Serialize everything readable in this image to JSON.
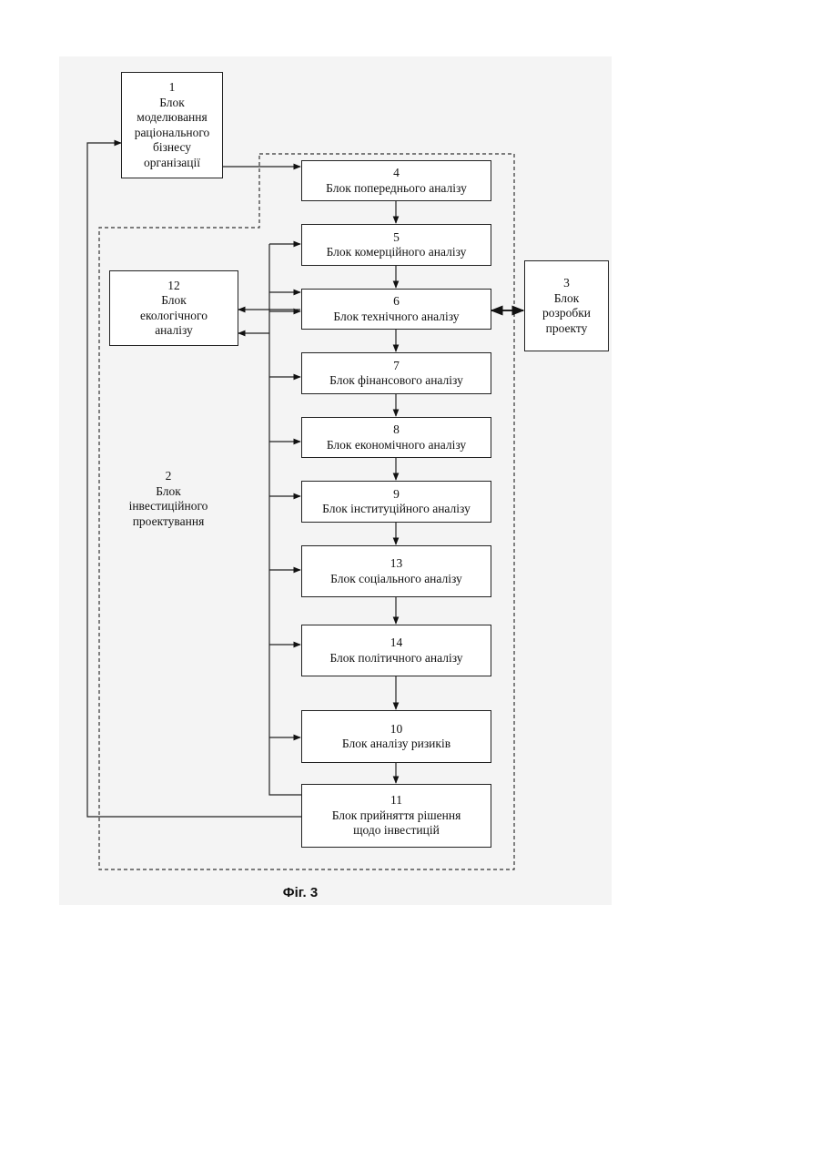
{
  "blocks": {
    "b1": {
      "num": "1",
      "lines": [
        "Блок",
        "моделювання",
        "раціонального",
        "бізнесу",
        "організації"
      ]
    },
    "b4": {
      "num": "4",
      "lines": [
        "Блок попереднього аналізу"
      ]
    },
    "b5": {
      "num": "5",
      "lines": [
        "Блок комерційного аналізу"
      ]
    },
    "b12": {
      "num": "12",
      "lines": [
        "Блок",
        "екологічного",
        "аналізу"
      ]
    },
    "b6": {
      "num": "6",
      "lines": [
        "Блок технічного аналізу"
      ]
    },
    "b3": {
      "num": "3",
      "lines": [
        "Блок",
        "розробки",
        "проекту"
      ]
    },
    "b7": {
      "num": "7",
      "lines": [
        "Блок фінансового аналізу"
      ]
    },
    "b8": {
      "num": "8",
      "lines": [
        "Блок економічного аналізу"
      ]
    },
    "b9": {
      "num": "9",
      "lines": [
        "Блок інституційного аналізу"
      ]
    },
    "b13": {
      "num": "13",
      "lines": [
        "Блок соціального аналізу"
      ]
    },
    "b14": {
      "num": "14",
      "lines": [
        "Блок політичного аналізу"
      ]
    },
    "b10": {
      "num": "10",
      "lines": [
        "Блок аналізу ризиків"
      ]
    },
    "b11": {
      "num": "11",
      "lines": [
        "Блок прийняття рішення",
        "щодо інвестицій"
      ]
    },
    "b2": {
      "num": "2",
      "lines": [
        "Блок",
        "інвестиційного",
        "проектування"
      ]
    }
  },
  "caption": "Фіг. 3"
}
